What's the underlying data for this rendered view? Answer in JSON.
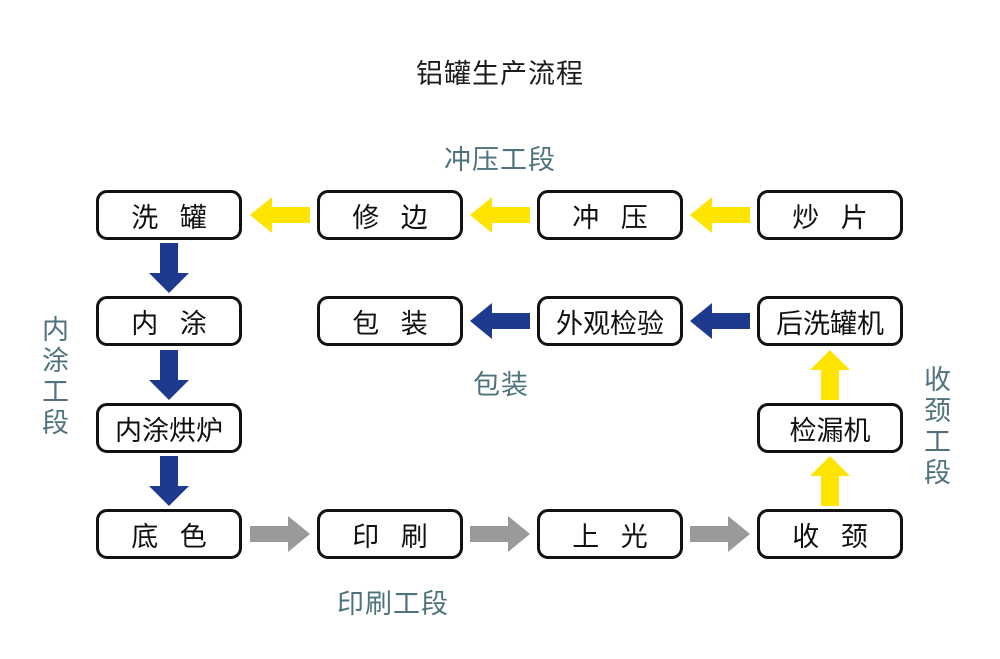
{
  "title": "铝罐生产流程",
  "section_labels": {
    "stamping": "冲压工段",
    "packaging": "包装",
    "printing": "印刷工段",
    "inner_coating": "内涂工段",
    "necking": "收颈工段"
  },
  "boxes": {
    "xiguan": "洗 罐",
    "xiubian": "修 边",
    "chongya": "冲 压",
    "chaopian": "炒 片",
    "neitu": "内 涂",
    "baozhuang": "包 装",
    "waiguanjianyan": "外观检验",
    "houxiguanji": "后洗罐机",
    "neituhonglu": "内涂烘炉",
    "jianlouji": "检漏机",
    "dise": "底 色",
    "yinshua": "印 刷",
    "shangguang": "上 光",
    "shoujing": "收 颈"
  },
  "colors": {
    "arrow_yellow": "#FFE400",
    "arrow_navy": "#1E3A8F",
    "arrow_gray": "#9A9A9A",
    "stage_label_teal": "#4E737E",
    "box_border": "#111111",
    "box_text": "#111111",
    "background": "#FFFFFF"
  },
  "flow": {
    "stages": [
      {
        "name": "冲压工段",
        "arrow_color": "#FFE400",
        "sequence": [
          "炒片",
          "冲压",
          "修边",
          "洗罐"
        ]
      },
      {
        "name": "内涂工段",
        "arrow_color": "#1E3A8F",
        "sequence": [
          "洗罐",
          "内涂",
          "内涂烘炉",
          "底色"
        ]
      },
      {
        "name": "印刷工段",
        "arrow_color": "#9A9A9A",
        "sequence": [
          "底色",
          "印刷",
          "上光",
          "收颈"
        ]
      },
      {
        "name": "收颈工段",
        "arrow_color": "#FFE400",
        "sequence": [
          "收颈",
          "检漏机",
          "后洗罐机"
        ]
      },
      {
        "name": "包装",
        "arrow_color": "#1E3A8F",
        "sequence": [
          "后洗罐机",
          "外观检验",
          "包装"
        ]
      }
    ]
  }
}
